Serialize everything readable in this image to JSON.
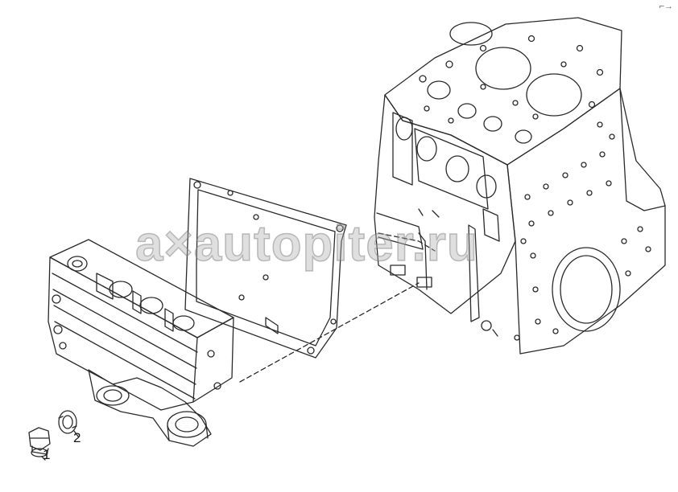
{
  "callouts": {
    "part_1": "1",
    "part_2": "2"
  },
  "watermark": "a×autopiter.ru",
  "corner_mark": "⌐→",
  "colors": {
    "line": "#2a2a2a",
    "background": "#ffffff",
    "watermark": "#aaaaaa"
  },
  "parts": [
    {
      "callout": "1",
      "name": "drain-plug"
    },
    {
      "callout": "2",
      "name": "sealing-washer"
    }
  ]
}
